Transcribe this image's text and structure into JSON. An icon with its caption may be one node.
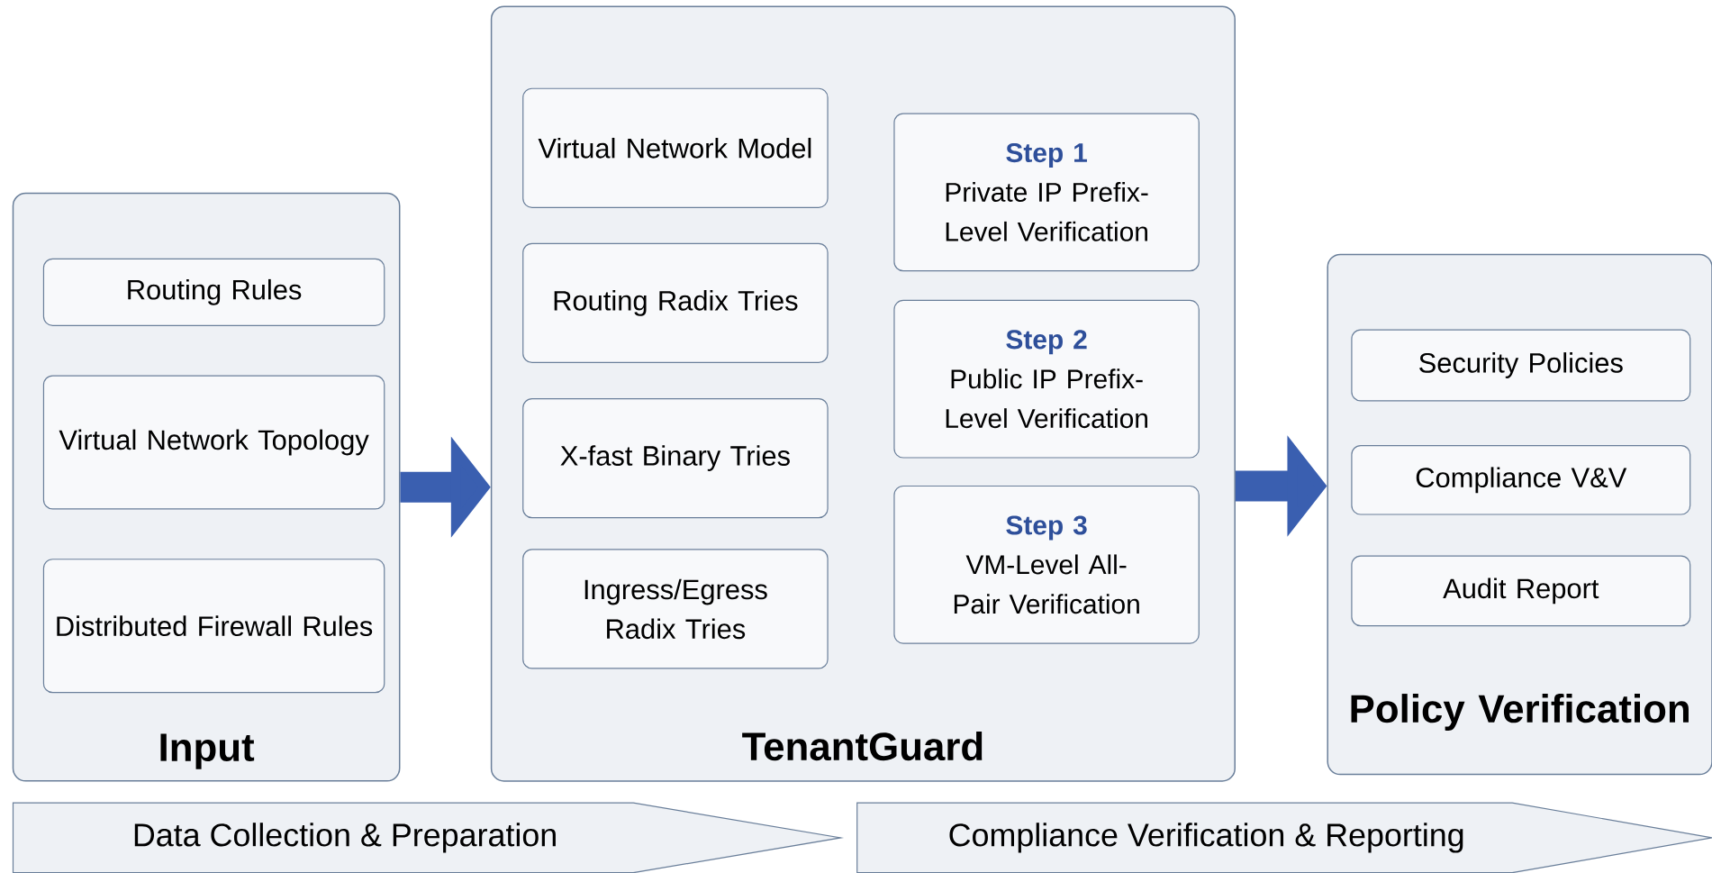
{
  "diagram": {
    "nodes": [
      {
        "text": [
          "Input"
        ]
      },
      {
        "text": [
          "Routing Rules"
        ],
        "in": 0
      },
      {
        "text": [
          "Virtual Network Topology"
        ],
        "in": 0
      },
      {
        "text": [
          "Distributed Firewall Rules"
        ],
        "in": 0
      },
      {
        "text": [
          "TenantGuard"
        ]
      },
      {
        "text": [
          "Virtual Network Model"
        ],
        "in": 4
      },
      {
        "text": [
          "Routing Radix Tries"
        ],
        "in": 4
      },
      {
        "text": [
          "X-fast Binary Tries"
        ],
        "in": 4
      },
      {
        "text": [
          "Ingress/Egress Radix Tries"
        ],
        "in": 4
      },
      {
        "text": [
          "Step 1",
          "Private IP Prefix-Level Verification"
        ],
        "in": 4
      },
      {
        "text": [
          "Step 2",
          "Public IP Prefix-Level Verification"
        ],
        "in": 4
      },
      {
        "text": [
          "Step 3",
          "VM-Level All-Pair Verification"
        ],
        "in": 4
      },
      {
        "text": [
          "Policy Verification"
        ]
      },
      {
        "text": [
          "Security Policies"
        ],
        "in": 12
      },
      {
        "text": [
          "Compliance V&V"
        ],
        "in": 12
      },
      {
        "text": [
          "Audit Report"
        ],
        "in": 12
      },
      {
        "text": [
          "Data Collection & Preparation"
        ]
      },
      {
        "text": [
          "Compliance Verification & Reporting"
        ]
      }
    ],
    "edges": [
      {
        "from": 0,
        "to": 4,
        "arrow": "to"
      },
      {
        "from": 4,
        "to": 12,
        "arrow": "to"
      }
    ]
  }
}
